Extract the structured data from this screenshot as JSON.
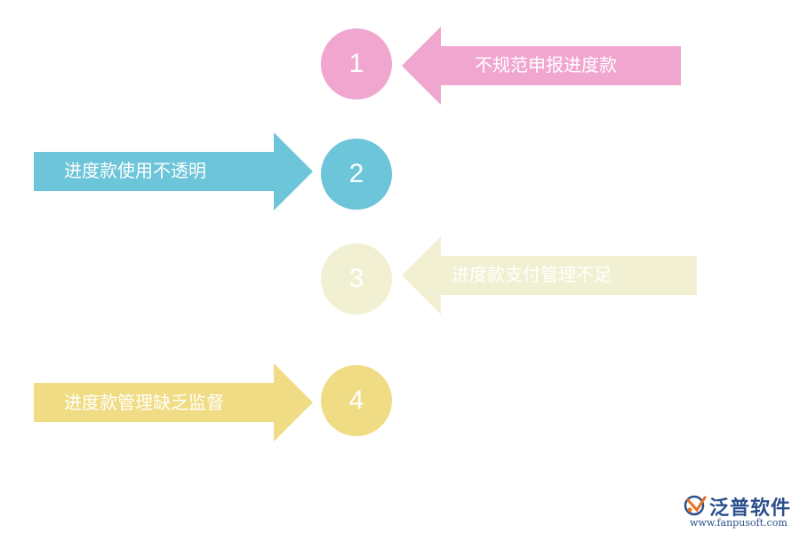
{
  "items": [
    {
      "number": "1",
      "label": "不规范申报进度款",
      "color": "#f0a6cf",
      "direction": "left"
    },
    {
      "number": "2",
      "label": "进度款使用不透明",
      "color": "#6cc5d9",
      "direction": "right"
    },
    {
      "number": "3",
      "label": "进度款支付管理不足",
      "color": "#f2f0d2",
      "direction": "left"
    },
    {
      "number": "4",
      "label": "进度款管理缺乏监督",
      "color": "#f0dc84",
      "direction": "right"
    }
  ],
  "logo": {
    "name": "泛普软件",
    "url": "www.fanpusoft.com",
    "icon": "fanpu-logo-icon"
  }
}
